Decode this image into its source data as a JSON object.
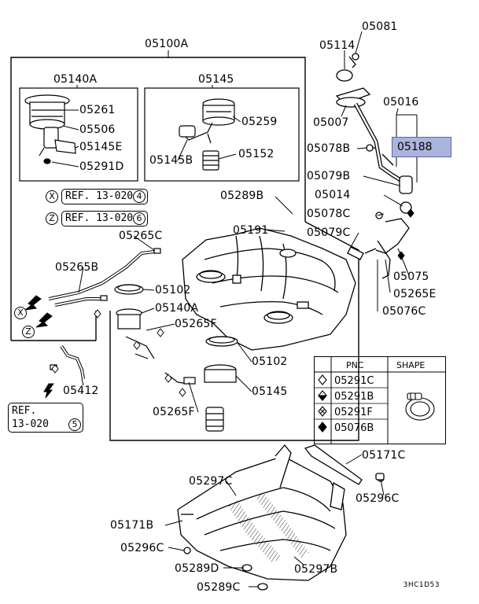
{
  "diagram_code": "3HC1D53",
  "highlight_part": "05188",
  "parts": {
    "p05100A": "05100A",
    "p05140A_top": "05140A",
    "p05145_top": "05145",
    "p05261": "05261",
    "p05506": "05506",
    "p05145E": "05145E",
    "p05291D": "05291D",
    "p05259": "05259",
    "p05145B": "05145B",
    "p05152": "05152",
    "p05289B": "05289B",
    "p05191": "05191",
    "p05265C": "05265C",
    "p05265B": "05265B",
    "p05102_a": "05102",
    "p05140A_mid": "05140A",
    "p05265F_a": "05265F",
    "p05102_b": "05102",
    "p05145_mid": "05145",
    "p05265F_b": "05265F",
    "p05412": "05412",
    "p05081": "05081",
    "p05114": "05114",
    "p05007": "05007",
    "p05016": "05016",
    "p05078B": "05078B",
    "p05079B": "05079B",
    "p05014": "05014",
    "p05078C": "05078C",
    "p05079C": "05079C",
    "p05075": "05075",
    "p05265E": "05265E",
    "p05076C": "05076C",
    "p05171C": "05171C",
    "p05297C": "05297C",
    "p05296C_r": "05296C",
    "p05171B": "05171B",
    "p05296C_l": "05296C",
    "p05289D": "05289D",
    "p05297B": "05297B",
    "p05289C": "05289C"
  },
  "refs": {
    "ref1_marker": "X",
    "ref1_text": "REF. 13-020",
    "ref1_num": "4",
    "ref2_marker": "Z",
    "ref2_text": "REF. 13-020",
    "ref2_num": "6",
    "ref3_line1": "REF.",
    "ref3_line2": "13-020",
    "ref3_num": "5",
    "arrow_x": "X",
    "arrow_z": "Z"
  },
  "shape_table": {
    "col_pnc": "PNC",
    "col_shape": "SHAPE",
    "rows": [
      "05291C",
      "05291B",
      "05291F",
      "05076B"
    ]
  }
}
